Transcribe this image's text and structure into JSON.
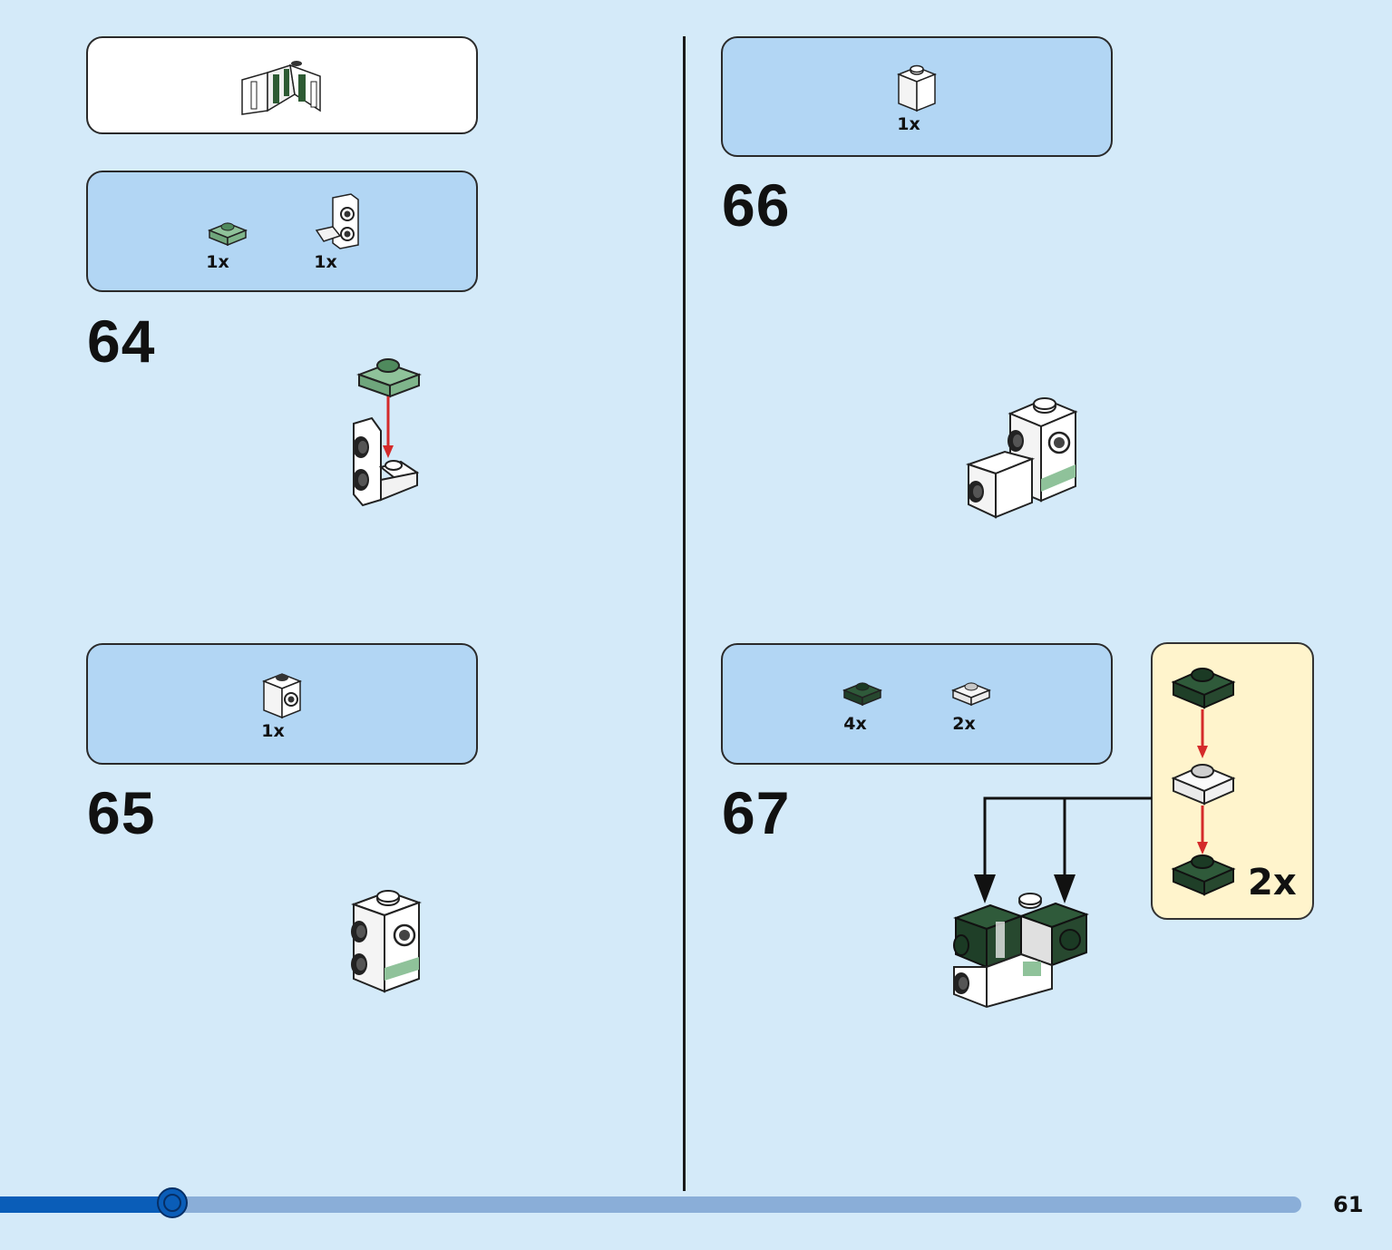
{
  "steps": [
    {
      "number": "64",
      "parts": [
        {
          "qty": "1x",
          "icon": "green-plate-1x1-icon"
        },
        {
          "qty": "1x",
          "icon": "white-bracket-icon"
        }
      ]
    },
    {
      "number": "65",
      "parts": [
        {
          "qty": "1x",
          "icon": "white-brick-studs-side-icon"
        }
      ]
    },
    {
      "number": "66",
      "parts": [
        {
          "qty": "1x",
          "icon": "white-brick-1x1-icon"
        }
      ]
    },
    {
      "number": "67",
      "parts": [
        {
          "qty": "4x",
          "icon": "dark-green-plate-icon"
        },
        {
          "qty": "2x",
          "icon": "transparent-plate-icon"
        }
      ]
    }
  ],
  "subassembly": {
    "qty": "2x"
  },
  "progress": {
    "fraction": 0.134
  },
  "page_number": "61",
  "colors": {
    "background": "#d4eaf9",
    "parts_box": "#b2d6f4",
    "subassembly_box": "#fff4cc",
    "progress_fill": "#0a5db8",
    "progress_track": "#8aaed8",
    "arrow": "#d42a2a"
  }
}
